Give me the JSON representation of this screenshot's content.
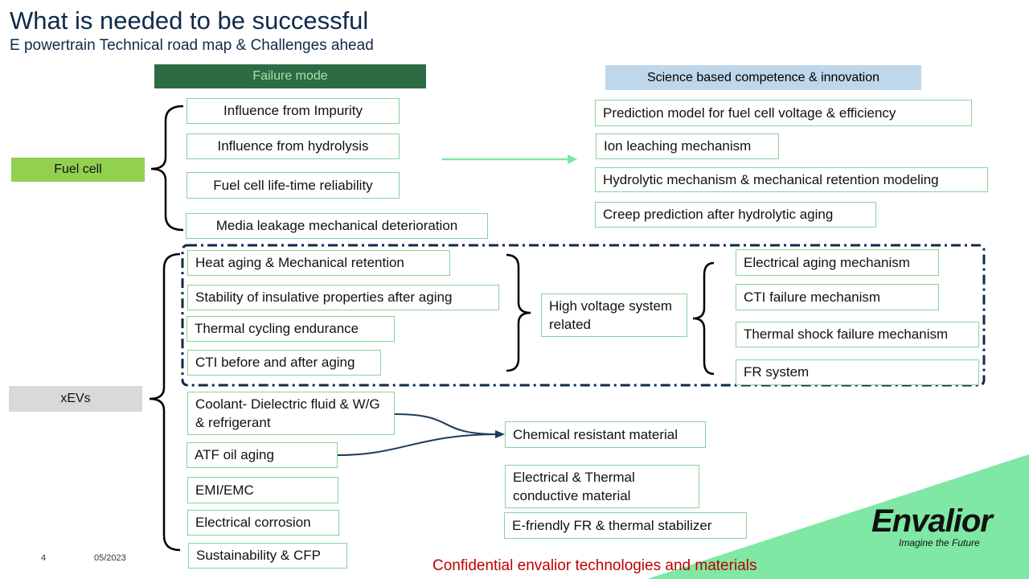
{
  "header": {
    "title": "What is needed to be successful",
    "subtitle": "E powertrain Technical road map & Challenges ahead"
  },
  "columns": {
    "failure_mode": "Failure mode",
    "science": "Science based competence & innovation"
  },
  "categories": {
    "fuel_cell": "Fuel cell",
    "xevs": "xEVs"
  },
  "fuel_cell": {
    "failures": [
      "Influence from Impurity",
      "Influence from hydrolysis",
      "Fuel cell life-time reliability",
      "Media leakage mechanical deterioration"
    ],
    "science": [
      "Prediction model for fuel cell voltage & efficiency",
      "Ion leaching mechanism",
      "Hydrolytic mechanism & mechanical retention modeling",
      "Creep prediction after hydrolytic aging"
    ]
  },
  "xevs": {
    "hv_failures": [
      "Heat aging & Mechanical retention",
      "Stability of insulative properties after aging",
      "Thermal cycling endurance",
      "CTI before and after aging"
    ],
    "hv_group": "High voltage system related",
    "hv_science": [
      "Electrical aging mechanism",
      "CTI failure mechanism",
      "Thermal shock failure mechanism",
      "FR system"
    ],
    "other_failures": [
      "Coolant- Dielectric fluid & W/G & refrigerant",
      "ATF oil aging",
      "EMI/EMC",
      "Electrical corrosion",
      "Sustainability & CFP"
    ],
    "materials": [
      "Chemical resistant material",
      "Electrical & Thermal conductive material",
      "E-friendly FR & thermal stabilizer"
    ]
  },
  "footer": {
    "page": "4",
    "date": "05/2023",
    "confidential": "Confidential envalior technologies and materials",
    "logo": "Envalior",
    "tagline": "Imagine the Future"
  },
  "colors": {
    "accent_green": "#7ee8a4",
    "dark_green": "#2e6b45",
    "fuel_cell_green": "#92d050",
    "navy": "#0f2a4a",
    "confidential_red": "#c00000"
  }
}
